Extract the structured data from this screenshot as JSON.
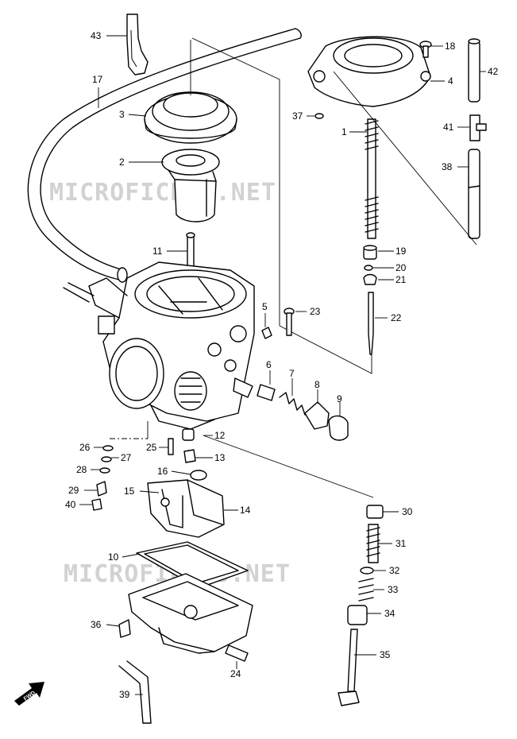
{
  "watermark": "MICROFICHES.NET",
  "fwd_label": "FWD",
  "callouts": [
    {
      "id": "43",
      "label": "43"
    },
    {
      "id": "17",
      "label": "17"
    },
    {
      "id": "3",
      "label": "3"
    },
    {
      "id": "2",
      "label": "2"
    },
    {
      "id": "11",
      "label": "11"
    },
    {
      "id": "18",
      "label": "18"
    },
    {
      "id": "42",
      "label": "42"
    },
    {
      "id": "4",
      "label": "4"
    },
    {
      "id": "37",
      "label": "37"
    },
    {
      "id": "1",
      "label": "1"
    },
    {
      "id": "41",
      "label": "41"
    },
    {
      "id": "38",
      "label": "38"
    },
    {
      "id": "19",
      "label": "19"
    },
    {
      "id": "20",
      "label": "20"
    },
    {
      "id": "21",
      "label": "21"
    },
    {
      "id": "5",
      "label": "5"
    },
    {
      "id": "23",
      "label": "23"
    },
    {
      "id": "22",
      "label": "22"
    },
    {
      "id": "6",
      "label": "6"
    },
    {
      "id": "7",
      "label": "7"
    },
    {
      "id": "8",
      "label": "8"
    },
    {
      "id": "9",
      "label": "9"
    },
    {
      "id": "12",
      "label": "12"
    },
    {
      "id": "26",
      "label": "26"
    },
    {
      "id": "27",
      "label": "27"
    },
    {
      "id": "25",
      "label": "25"
    },
    {
      "id": "13",
      "label": "13"
    },
    {
      "id": "28",
      "label": "28"
    },
    {
      "id": "16",
      "label": "16"
    },
    {
      "id": "15",
      "label": "15"
    },
    {
      "id": "29",
      "label": "29"
    },
    {
      "id": "40",
      "label": "40"
    },
    {
      "id": "14",
      "label": "14"
    },
    {
      "id": "30",
      "label": "30"
    },
    {
      "id": "31",
      "label": "31"
    },
    {
      "id": "10",
      "label": "10"
    },
    {
      "id": "32",
      "label": "32"
    },
    {
      "id": "33",
      "label": "33"
    },
    {
      "id": "34",
      "label": "34"
    },
    {
      "id": "36",
      "label": "36"
    },
    {
      "id": "35",
      "label": "35"
    },
    {
      "id": "24",
      "label": "24"
    },
    {
      "id": "39",
      "label": "39"
    }
  ]
}
